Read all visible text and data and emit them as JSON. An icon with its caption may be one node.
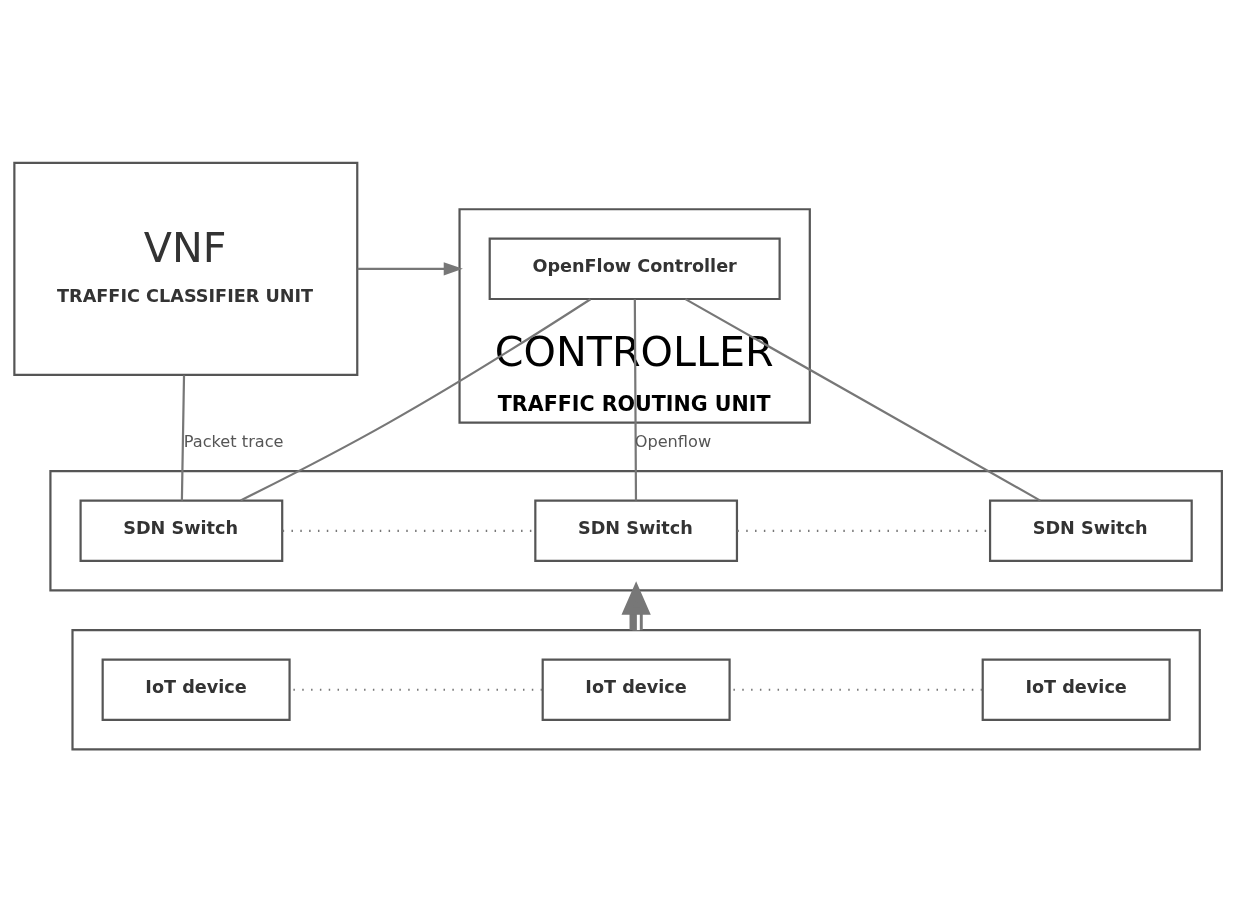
{
  "diagram": {
    "nodes": [
      {
        "text": [
          "VNF",
          "TRAFFIC CLASSIFIER UNIT"
        ]
      },
      {
        "text": [
          "CONTROLLER",
          "TRAFFIC ROUTING UNIT"
        ]
      },
      {
        "text": [
          "OpenFlow Controller"
        ],
        "in": 1
      },
      {
        "text": [],
        "shape": "box"
      },
      {
        "text": [
          "SDN Switch"
        ],
        "in": 3
      },
      {
        "text": [
          "SDN Switch"
        ],
        "in": 3
      },
      {
        "text": [
          "SDN Switch"
        ],
        "in": 3
      },
      {
        "text": [],
        "shape": "box"
      },
      {
        "text": [
          "IoT device"
        ],
        "in": 7
      },
      {
        "text": [
          "IoT device"
        ],
        "in": 7
      },
      {
        "text": [
          "IoT device"
        ],
        "in": 7
      }
    ],
    "edges": [
      {
        "from": 0,
        "to": 1,
        "arrow": "to"
      },
      {
        "from": 4,
        "to": 0,
        "arrow": "none",
        "label": "Packet trace"
      },
      {
        "from": 4,
        "to": 2,
        "arrow": "none"
      },
      {
        "from": 5,
        "to": 2,
        "arrow": "none",
        "label": "Openflow"
      },
      {
        "from": 6,
        "to": 2,
        "arrow": "none"
      },
      {
        "from": 4,
        "to": 5,
        "arrow": "none",
        "style": "dashed"
      },
      {
        "from": 5,
        "to": 6,
        "arrow": "none",
        "style": "dashed"
      },
      {
        "from": 7,
        "to": 3,
        "arrow": "to",
        "style": "thick"
      },
      {
        "from": 8,
        "to": 9,
        "arrow": "none",
        "style": "dashed"
      },
      {
        "from": 9,
        "to": 10,
        "arrow": "none",
        "style": "dashed"
      }
    ]
  }
}
